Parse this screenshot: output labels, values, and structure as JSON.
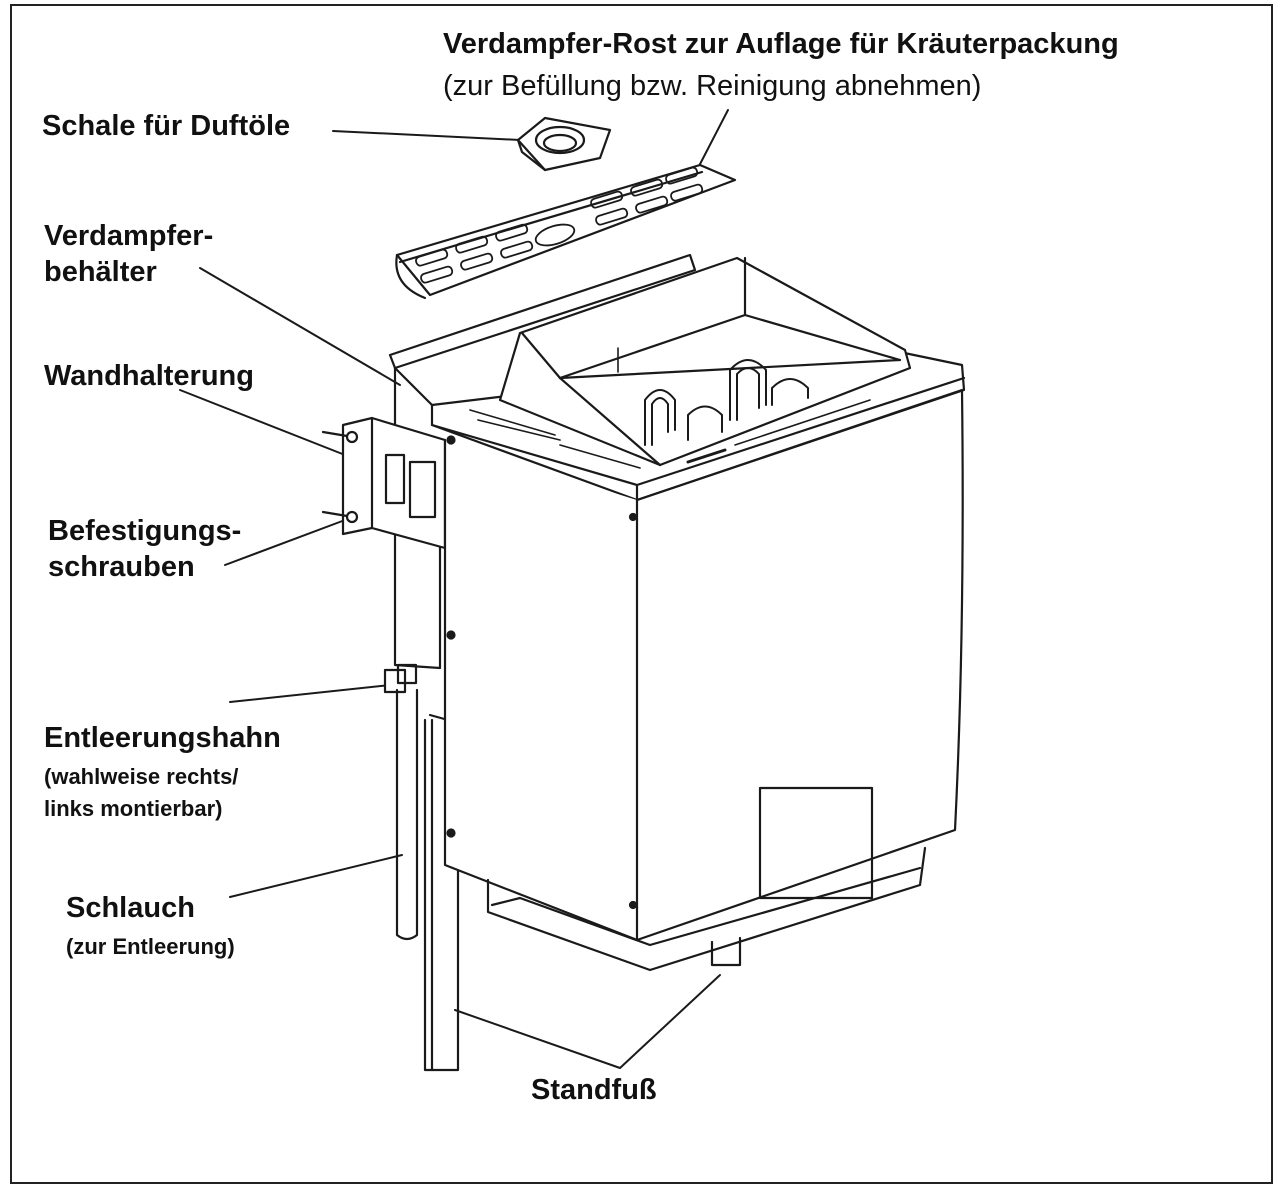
{
  "labels": {
    "verdampfer_rost_title": "Verdampfer-Rost zur Auflage für Kräuterpackung",
    "verdampfer_rost_sub": "(zur Befüllung bzw. Reinigung abnehmen)",
    "schale": "Schale für Duftöle",
    "behaelter_1": "Verdampfer-",
    "behaelter_2": "behälter",
    "wandhalterung": "Wandhalterung",
    "befestigung_1": "Befestigungs-",
    "befestigung_2": "schrauben",
    "entleerungshahn": "Entleerungshahn",
    "entleerungshahn_sub1": "(wahlweise rechts/",
    "entleerungshahn_sub2": "links montierbar)",
    "schlauch": "Schlauch",
    "schlauch_sub": "(zur Entleerung)",
    "standfuss": "Standfuß"
  }
}
